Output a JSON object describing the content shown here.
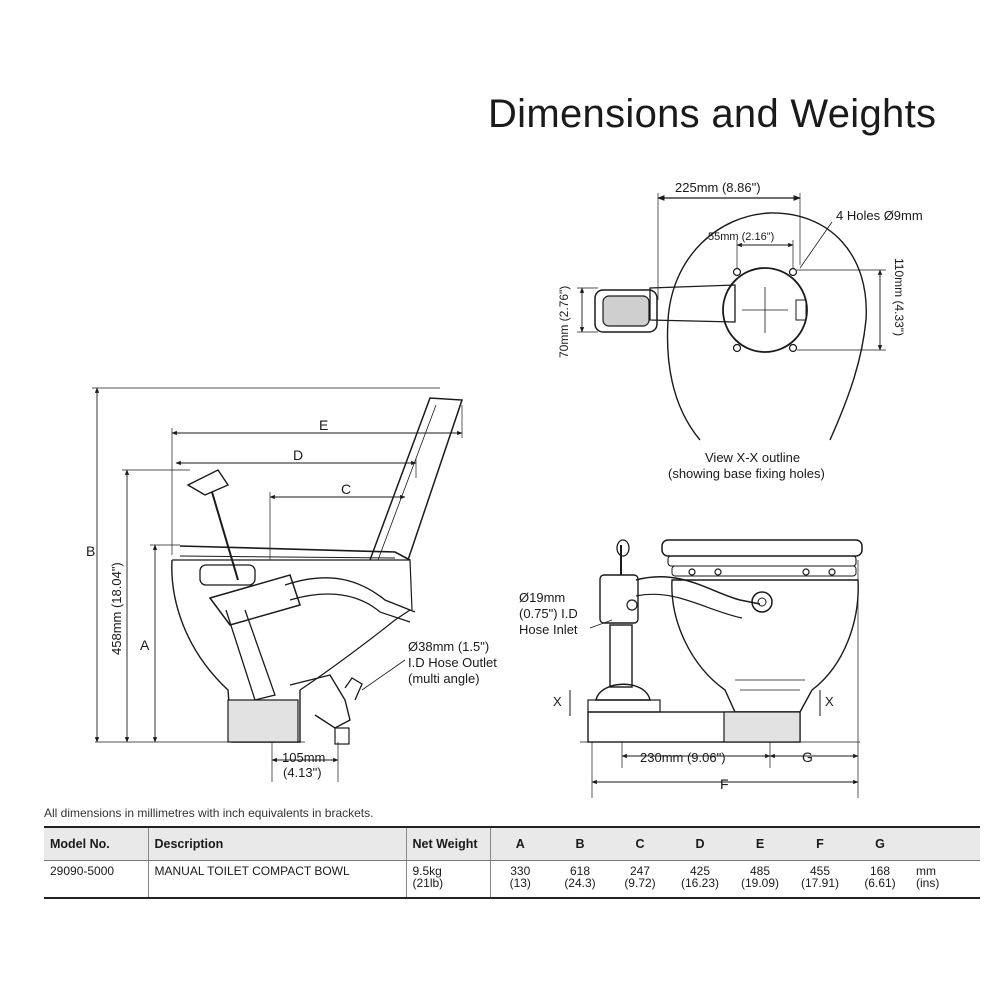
{
  "title": "Dimensions and Weights",
  "plan_view": {
    "dim_width": "225mm (8.86\")",
    "dim_hole_spacing": "55mm (2.16\")",
    "holes_label": "4 Holes Ø9mm",
    "dim_left_height": "70mm (2.76\")",
    "dim_right_height": "110mm (4.33\")",
    "caption_line1": "View X-X outline",
    "caption_line2": "(showing base fixing holes)"
  },
  "side_view": {
    "label_b": "B",
    "dim_height": "458mm (18.04\")",
    "label_a": "A",
    "label_e": "E",
    "label_d": "D",
    "label_c": "C",
    "outlet_line1": "Ø38mm (1.5\")",
    "outlet_line2": "I.D Hose Outlet",
    "outlet_line3": "(multi angle)",
    "dim_base_mm": "105mm",
    "dim_base_in": "(4.13\")"
  },
  "front_view": {
    "inlet_line1": "Ø19mm",
    "inlet_line2": "(0.75\") I.D",
    "inlet_line3": "Hose Inlet",
    "section_left": "X",
    "section_right": "X",
    "dim_base": "230mm (9.06\")",
    "label_g": "G",
    "label_f": "F"
  },
  "note": "All dimensions in millimetres with inch equivalents in brackets.",
  "table": {
    "headers": {
      "model": "Model No.",
      "description": "Description",
      "weight": "Net Weight",
      "a": "A",
      "b": "B",
      "c": "C",
      "d": "D",
      "e": "E",
      "f": "F",
      "g": "G"
    },
    "row": {
      "model": "29090-5000",
      "description": "MANUAL TOILET COMPACT BOWL",
      "weight_kg": "9.5kg",
      "weight_lb": "(21lb)",
      "a_mm": "330",
      "a_in": "(13)",
      "b_mm": "618",
      "b_in": "(24.3)",
      "c_mm": "247",
      "c_in": "(9.72)",
      "d_mm": "425",
      "d_in": "(16.23)",
      "e_mm": "485",
      "e_in": "(19.09)",
      "f_mm": "455",
      "f_in": "(17.91)",
      "g_mm": "168",
      "g_in": "(6.61)",
      "unit_mm": "mm",
      "unit_in": "(ins)"
    }
  }
}
